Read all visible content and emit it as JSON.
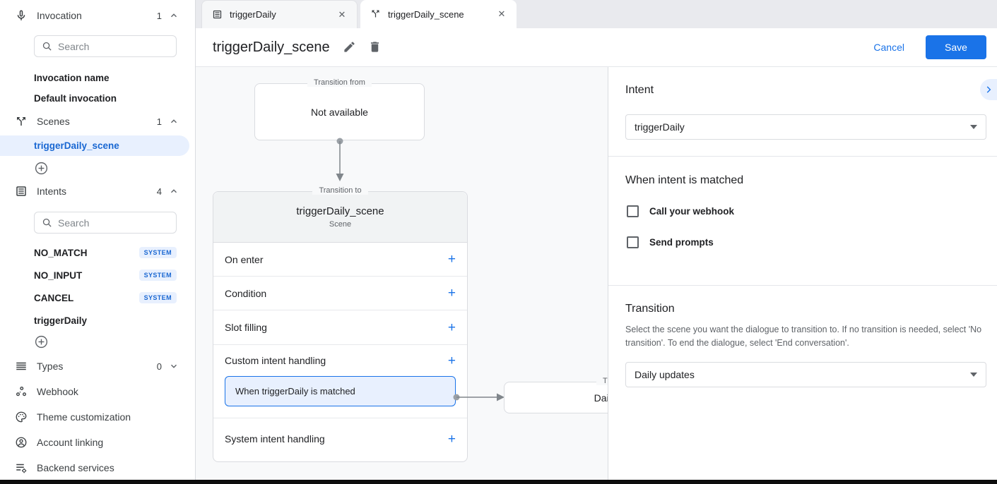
{
  "sidebar": {
    "invocation": {
      "label": "Invocation",
      "count": "1",
      "search_placeholder": "Search",
      "items": [
        {
          "name": "Invocation name"
        },
        {
          "name": "Default invocation"
        }
      ]
    },
    "scenes": {
      "label": "Scenes",
      "count": "1",
      "selected": "triggerDaily_scene"
    },
    "intents": {
      "label": "Intents",
      "count": "4",
      "search_placeholder": "Search",
      "items": [
        {
          "name": "NO_MATCH",
          "badge": "SYSTEM"
        },
        {
          "name": "NO_INPUT",
          "badge": "SYSTEM"
        },
        {
          "name": "CANCEL",
          "badge": "SYSTEM"
        },
        {
          "name": "triggerDaily",
          "badge": ""
        }
      ]
    },
    "types": {
      "label": "Types",
      "count": "0"
    },
    "links": [
      {
        "label": "Webhook"
      },
      {
        "label": "Theme customization"
      },
      {
        "label": "Account linking"
      },
      {
        "label": "Backend services"
      }
    ]
  },
  "tabs": [
    {
      "label": "triggerDaily"
    },
    {
      "label": "triggerDaily_scene"
    }
  ],
  "header": {
    "title": "triggerDaily_scene",
    "cancel_label": "Cancel",
    "save_label": "Save"
  },
  "canvas": {
    "from_box": {
      "legend": "Transition from",
      "text": "Not available"
    },
    "scene_card": {
      "legend": "Transition to",
      "title": "triggerDaily_scene",
      "subtitle": "Scene",
      "add_label": "+",
      "rows": {
        "on_enter": "On enter",
        "condition": "Condition",
        "slot_filling": "Slot filling",
        "custom_intent": "Custom intent handling",
        "system_intent": "System intent handling"
      },
      "matched_label": "When triggerDaily is matched"
    },
    "target_box": {
      "legend": "Transition to",
      "text": "Daily updates"
    }
  },
  "panel": {
    "intent": {
      "heading": "Intent",
      "value": "triggerDaily"
    },
    "matched": {
      "heading": "When intent is matched",
      "webhook_label": "Call your webhook",
      "prompts_label": "Send prompts"
    },
    "transition": {
      "heading": "Transition",
      "description": "Select the scene you want the dialogue to transition to. If no transition is needed, select 'No transition'. To end the dialogue, select 'End conversation'.",
      "value": "Daily updates"
    }
  }
}
